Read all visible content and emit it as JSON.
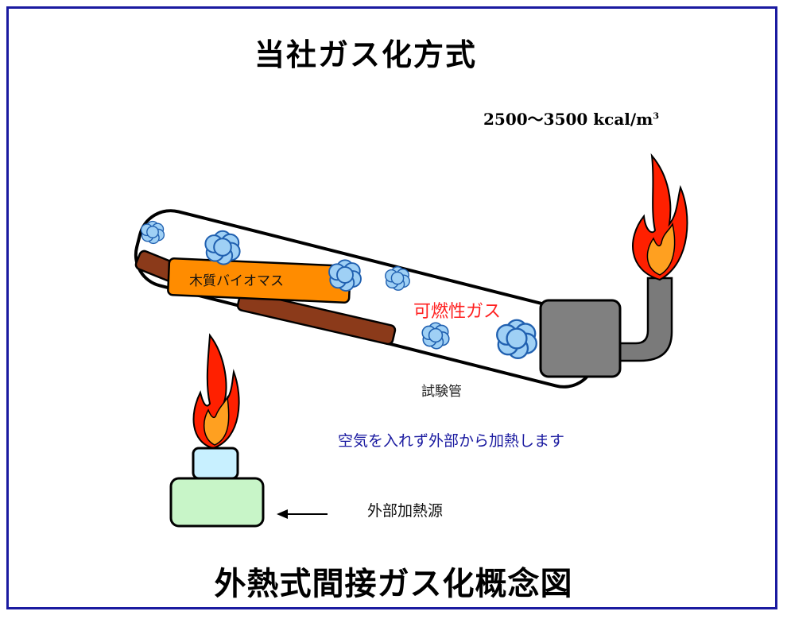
{
  "title": "当社ガス化方式",
  "calorie": {
    "value": "2500～3500 kcal/m",
    "superscript": "3"
  },
  "labels": {
    "biomass": "木質バイオマス",
    "combustible_gas": "可燃性ガス",
    "test_tube": "試験管",
    "note": "空気を入れず外部から加熱します",
    "external_heat_source": "外部加熱源"
  },
  "caption": "外熱式間接ガス化概念図",
  "colors": {
    "frame": "#1a1aa0",
    "note_text": "#1a1aa0",
    "gas_text": "#ff2020",
    "biomass_block": "#ff8c00",
    "wood": "#8b3a1a",
    "gas_cloud": "#9fd0f5",
    "connector": "#7a7a7a",
    "burner_top": "#c8f0ff",
    "burner_base": "#c8f5c8",
    "flame_outer": "#ff2000",
    "flame_inner": "#ffa020"
  },
  "icons": [
    "flame-icon",
    "gas-cloud-icon",
    "arrow-left-icon"
  ]
}
